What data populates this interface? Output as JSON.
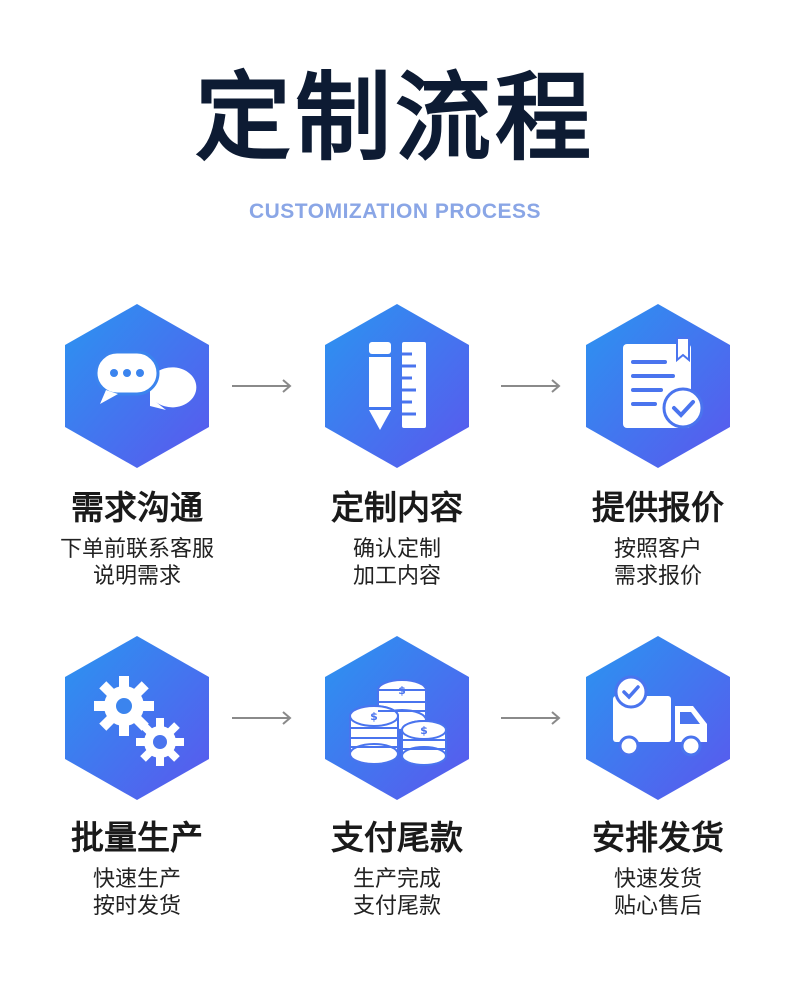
{
  "header": {
    "title": "定制流程",
    "subtitle": "CUSTOMIZATION PROCESS"
  },
  "colors": {
    "hex_gradient_start": "#2f8ff0",
    "hex_gradient_end": "#5a5ef0",
    "arrow": "#8a8a8a",
    "title": "#0d1b33",
    "subtitle": "#8aa6e6"
  },
  "steps": [
    {
      "icon": "chat-bubbles-icon",
      "title": "需求沟通",
      "desc_line1": "下单前联系客服",
      "desc_line2": "说明需求"
    },
    {
      "icon": "pencil-ruler-icon",
      "title": "定制内容",
      "desc_line1": "确认定制",
      "desc_line2": "加工内容"
    },
    {
      "icon": "document-check-icon",
      "title": "提供报价",
      "desc_line1": "按照客户",
      "desc_line2": "需求报价"
    },
    {
      "icon": "gears-icon",
      "title": "批量生产",
      "desc_line1": "快速生产",
      "desc_line2": "按时发货"
    },
    {
      "icon": "coins-icon",
      "title": "支付尾款",
      "desc_line1": "生产完成",
      "desc_line2": "支付尾款"
    },
    {
      "icon": "delivery-truck-icon",
      "title": "安排发货",
      "desc_line1": "快速发货",
      "desc_line2": "贴心售后"
    }
  ]
}
